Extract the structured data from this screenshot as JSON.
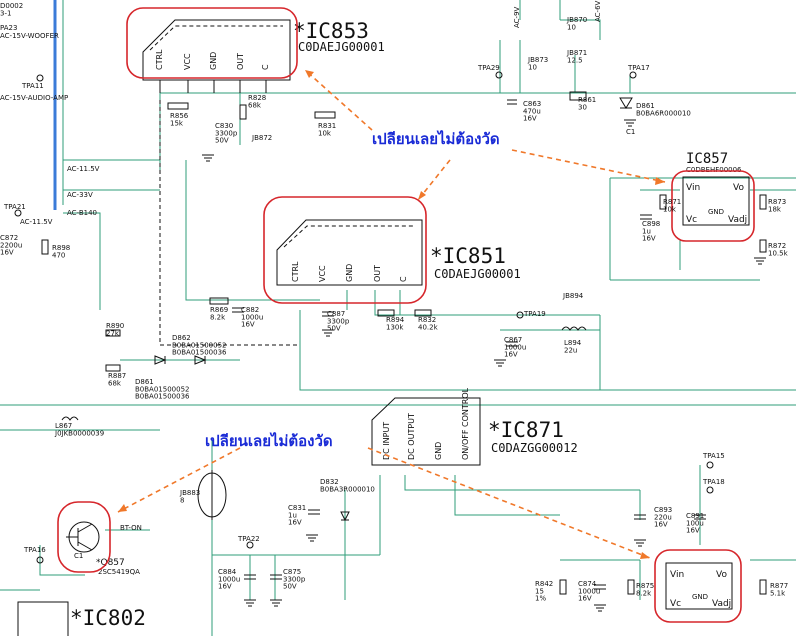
{
  "ics": {
    "ic853": {
      "ref": "*IC853",
      "part": "C0DAEJG00001",
      "pins": [
        "CTRL",
        "VCC",
        "GND",
        "OUT",
        "C"
      ]
    },
    "ic851": {
      "ref": "*IC851",
      "part": "C0DAEJG00001",
      "pins": [
        "CTRL",
        "VCC",
        "GND",
        "OUT",
        "C"
      ]
    },
    "ic871": {
      "ref": "*IC871",
      "part": "C0DAZGG00012",
      "pins": [
        "DC INPUT",
        "DC OUTPUT",
        "GND",
        "ON/OFF CONTROL"
      ]
    },
    "ic857": {
      "ref": "IC857",
      "part": "C0DBEHF00006",
      "pins": [
        "Vin",
        "Vo",
        "GND",
        "Vc",
        "Vadj"
      ]
    },
    "ic802": {
      "ref": "*IC802"
    },
    "ic_lower": {
      "pins": [
        "Vin",
        "Vo",
        "GND",
        "Vc",
        "Vadj"
      ]
    }
  },
  "annotations": {
    "note_top": "เปลียนเลยไม่ต้องวัด",
    "note_bottom": "เปลียนเลยไม่ต้องวัด"
  },
  "nets": {
    "ac15_woofer": "AC-15V-WOOFER",
    "ac15_audio_amp": "AC-15V-AUDIO-AMP",
    "ac115": "AC-11.5V",
    "ac33": "AC-33V",
    "acb140": "AC-B140",
    "ac115b": "AC-11.5V",
    "ac9v": "AC-9V",
    "ac6v": "AC-6V",
    "bt_on": "BT-ON"
  },
  "testpoints": {
    "tpa29": "TPA29",
    "tpa17": "TPA17",
    "tpa21": "TPA21",
    "tpa11": "TPA11",
    "tpa19": "TPA19",
    "tpa15": "TPA15",
    "tpa18": "TPA18",
    "tpa22": "TPA22",
    "tpa16": "TPA16"
  },
  "transistor": {
    "ref": "*Q857",
    "part": "2SC5419QA",
    "pin": "C1"
  },
  "components": {
    "r856": "R856\n15k",
    "r828": "R828\n68k",
    "c830": "C830\n3300p\n50V",
    "jb872": "JB872",
    "r831": "R831\n10k",
    "c863": "C863\n470u\n16V",
    "jb873": "JB873\n10",
    "jb870": "JB870\n10",
    "jb871": "JB871\n12.5",
    "r861": "R861\n30",
    "d861": "D861\nB0BA6R000010",
    "r871": "R871\n10k",
    "c898": "C898\n1u\n16V",
    "r873": "R873\n18k",
    "r872": "R872\n10.5k",
    "r898": "R898\n470",
    "c872": "C872\n2200u\n16V",
    "r869": "R869\n8.2k",
    "c882": "C882\n1000u\n16V",
    "c887": "C887\n3300p\n50V",
    "r894": "R894\n130k",
    "r832": "R832\n40.2k",
    "c867": "C867\n1000u\n16V",
    "l894": "L894\n22u",
    "jb894": "JB894",
    "r890": "R890\n27k",
    "r887": "R887\n68k",
    "d862": "D862\nB0BA01500052\nB0BA01500036",
    "d861b": "D861\nB0BA01500052\nB0BA01500036",
    "l867": "L867\nJ0JKB0000039",
    "jb883": "JB883\n8",
    "d832": "D832\nB0BA3R000010",
    "c831": "C831\n1u\n16V",
    "c893": "C893\n220u\n16V",
    "c891": "C891\n100u\n16V",
    "c884": "C884\n1000u\n16V",
    "c875": "C875\n3300p\n50V",
    "r842": "R842\n15\n1%",
    "c874": "C874\n1000u\n16V",
    "r875": "R875\n8.2k",
    "r877": "R877\n5.1k",
    "tl_label1": "D0002\n3-1",
    "tl_label2": "PA23"
  },
  "ground_label": "C1"
}
